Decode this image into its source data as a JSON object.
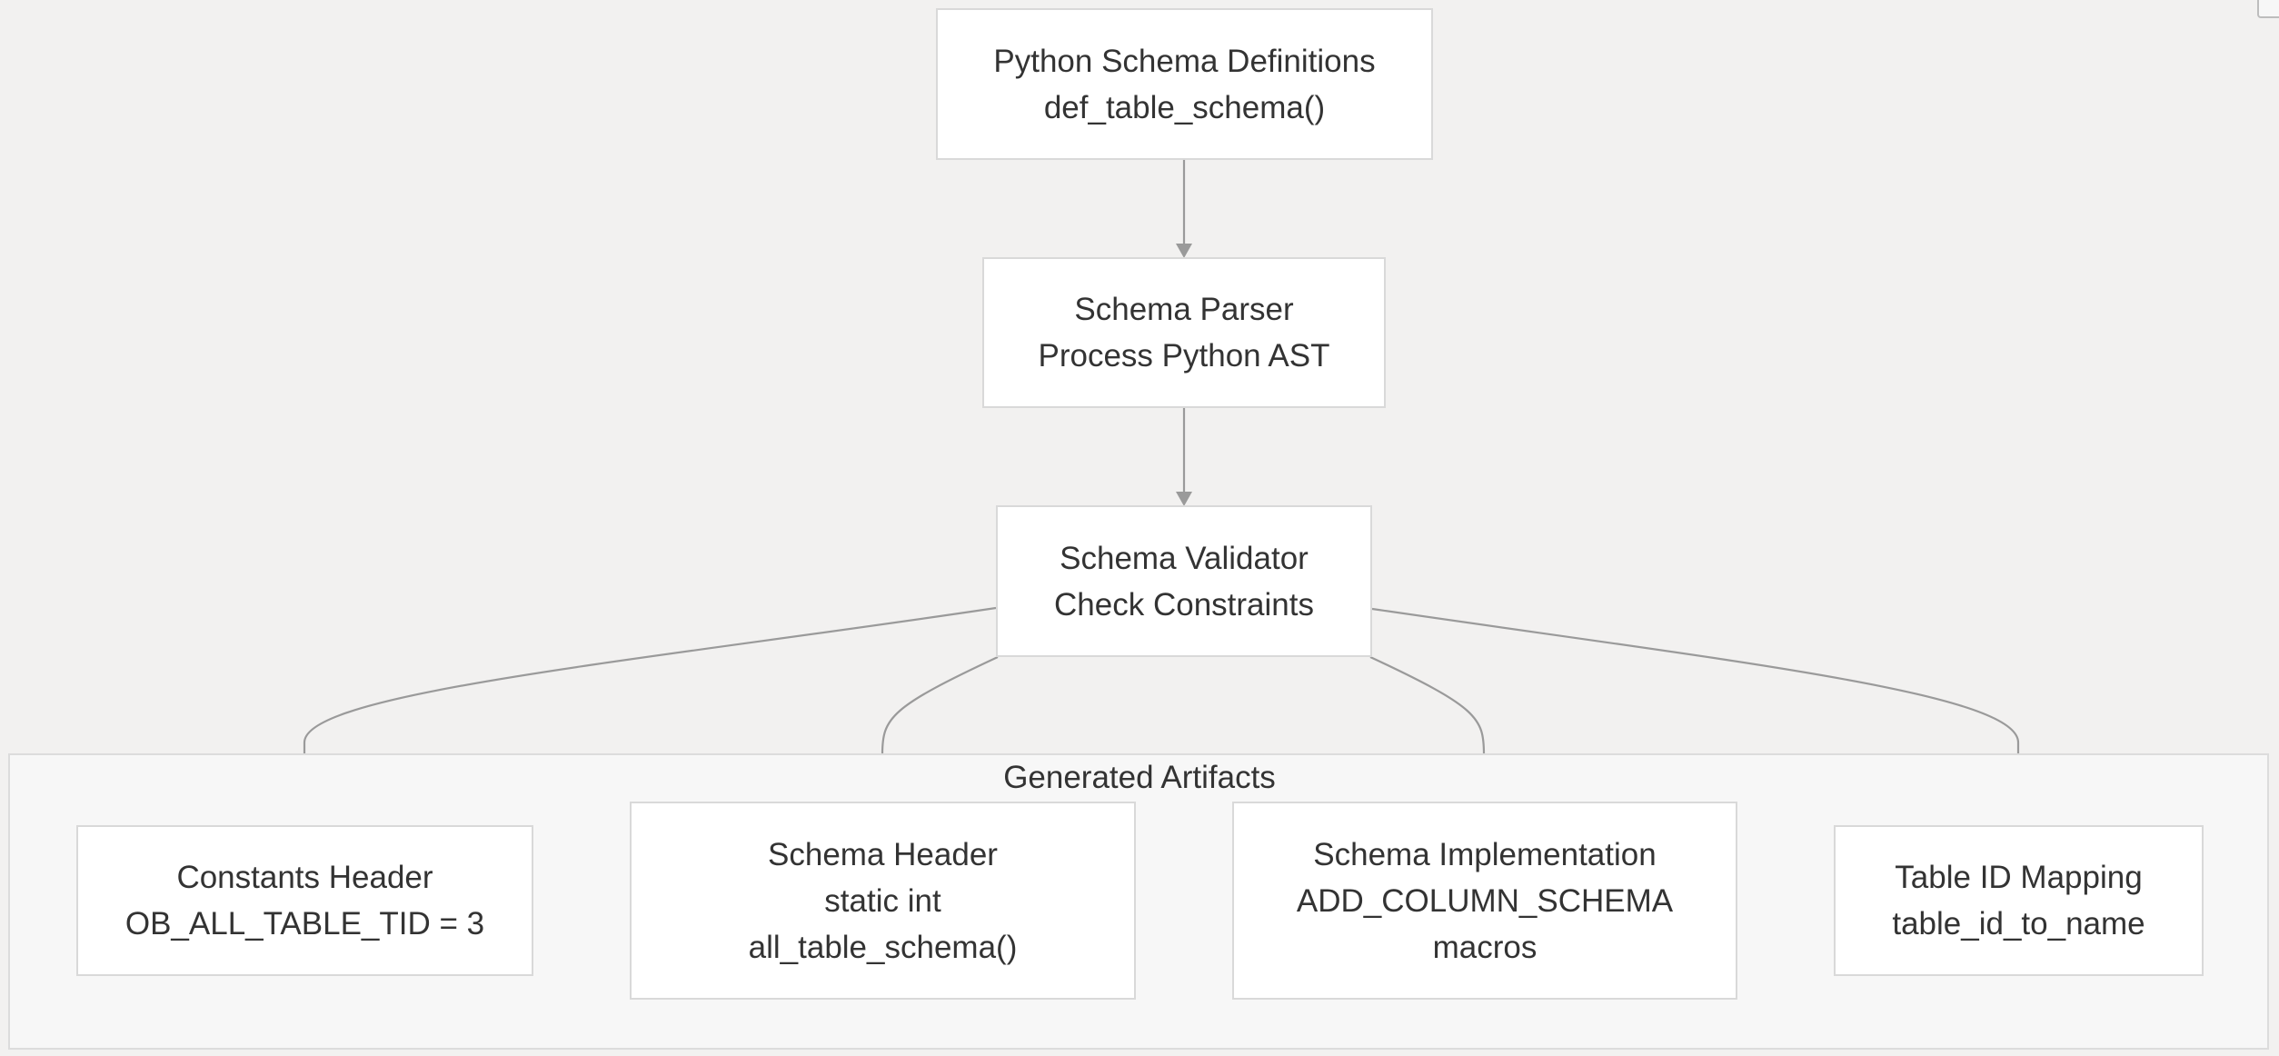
{
  "diagram": {
    "nodes": {
      "python_schema": {
        "line1": "Python Schema Definitions",
        "line2": "def_table_schema()"
      },
      "schema_parser": {
        "line1": "Schema Parser",
        "line2": "Process Python AST"
      },
      "schema_validator": {
        "line1": "Schema Validator",
        "line2": "Check Constraints"
      },
      "constants_header": {
        "line1": "Constants Header",
        "line2": "OB_ALL_TABLE_TID = 3"
      },
      "schema_header": {
        "line1": "Schema Header",
        "line2": "static int",
        "line3": "all_table_schema()"
      },
      "schema_impl": {
        "line1": "Schema Implementation",
        "line2": "ADD_COLUMN_SCHEMA",
        "line3": "macros"
      },
      "table_id_mapping": {
        "line1": "Table ID Mapping",
        "line2": "table_id_to_name"
      }
    },
    "cluster": {
      "title": "Generated Artifacts"
    },
    "edges": [
      {
        "from": "python_schema",
        "to": "schema_parser"
      },
      {
        "from": "schema_parser",
        "to": "schema_validator"
      },
      {
        "from": "schema_validator",
        "to": "constants_header"
      },
      {
        "from": "schema_validator",
        "to": "schema_header"
      },
      {
        "from": "schema_validator",
        "to": "schema_impl"
      },
      {
        "from": "schema_validator",
        "to": "table_id_mapping"
      }
    ],
    "colors": {
      "background": "#f2f1f0",
      "node_fill": "#ffffff",
      "node_border": "#d9d9d9",
      "cluster_fill": "#f7f7f7",
      "edge": "#9a9a9a",
      "text": "#333333"
    }
  }
}
